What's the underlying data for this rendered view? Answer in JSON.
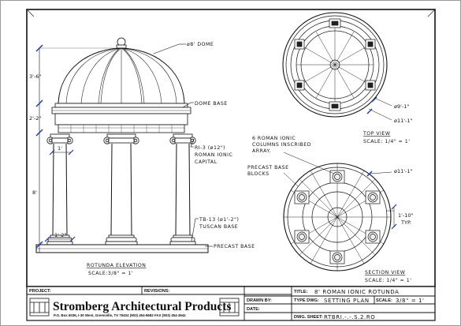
{
  "elevation": {
    "dome_label": "ø8' DOME",
    "dome_base_label": "DOME BASE",
    "capital_label_1": "RI-3 (ø12\")",
    "capital_label_2": "ROMAN IONIC",
    "capital_label_3": "CAPITAL",
    "column_label_1": "TB-13 (ø1'-2\")",
    "column_label_2": "TUSCAN BASE",
    "base_label": "PRECAST BASE",
    "dim_dome_height": "3'-6\"",
    "dim_dome_base": "2'-2\"",
    "dim_column_height": "8'",
    "dim_capital_width": "1'",
    "dim_column_base": "1'-2\"",
    "title": "ROTUNDA ELEVATION",
    "scale": "SCALE:3/8\" = 1'"
  },
  "top_view": {
    "dim_outer_1": "ø9'-1\"",
    "dim_outer_2": "ø11'-1\"",
    "title": "TOP VIEW",
    "scale": "SCALE: 1/4\" = 1'"
  },
  "section_view": {
    "note_1": "6 ROMAN IONIC",
    "note_2": "COLUMNS INSCRIBED",
    "note_3": "ARRAY.",
    "blocks_1": "PRECAST BASE",
    "blocks_2": "BLOCKS",
    "dim_outer": "ø11'-1\"",
    "dim_typ_1": "1'-10\"",
    "dim_typ_2": "TYP.",
    "title": "SECTION VIEW",
    "scale": "SCALE: 1/4\" = 1'"
  },
  "title_block": {
    "project_label": "PROJECT:",
    "revisions_label": "REVISIONS:",
    "title_label": "TITLE:",
    "title_value": "8' ROMAN IONIC ROTUNDA",
    "drawn_by_label": "DRAWN BY:",
    "type_dwg_label": "TYPE DWG:",
    "type_dwg_value": "SETTING PLAN",
    "scale_label": "SCALE:",
    "scale_value": "3/8\" = 1'",
    "date_label": "DATE:",
    "dwg_sheet_label": "DWG. SHEET:",
    "dwg_sheet_value": "RTBRI.-.-.S.2.RO",
    "company": "Stromberg Architectural Products",
    "address": "P.O. Box 6036, I-30 West, Greenville, TX 75404  (903) 454-8682  FAX (903) 454-3642"
  }
}
